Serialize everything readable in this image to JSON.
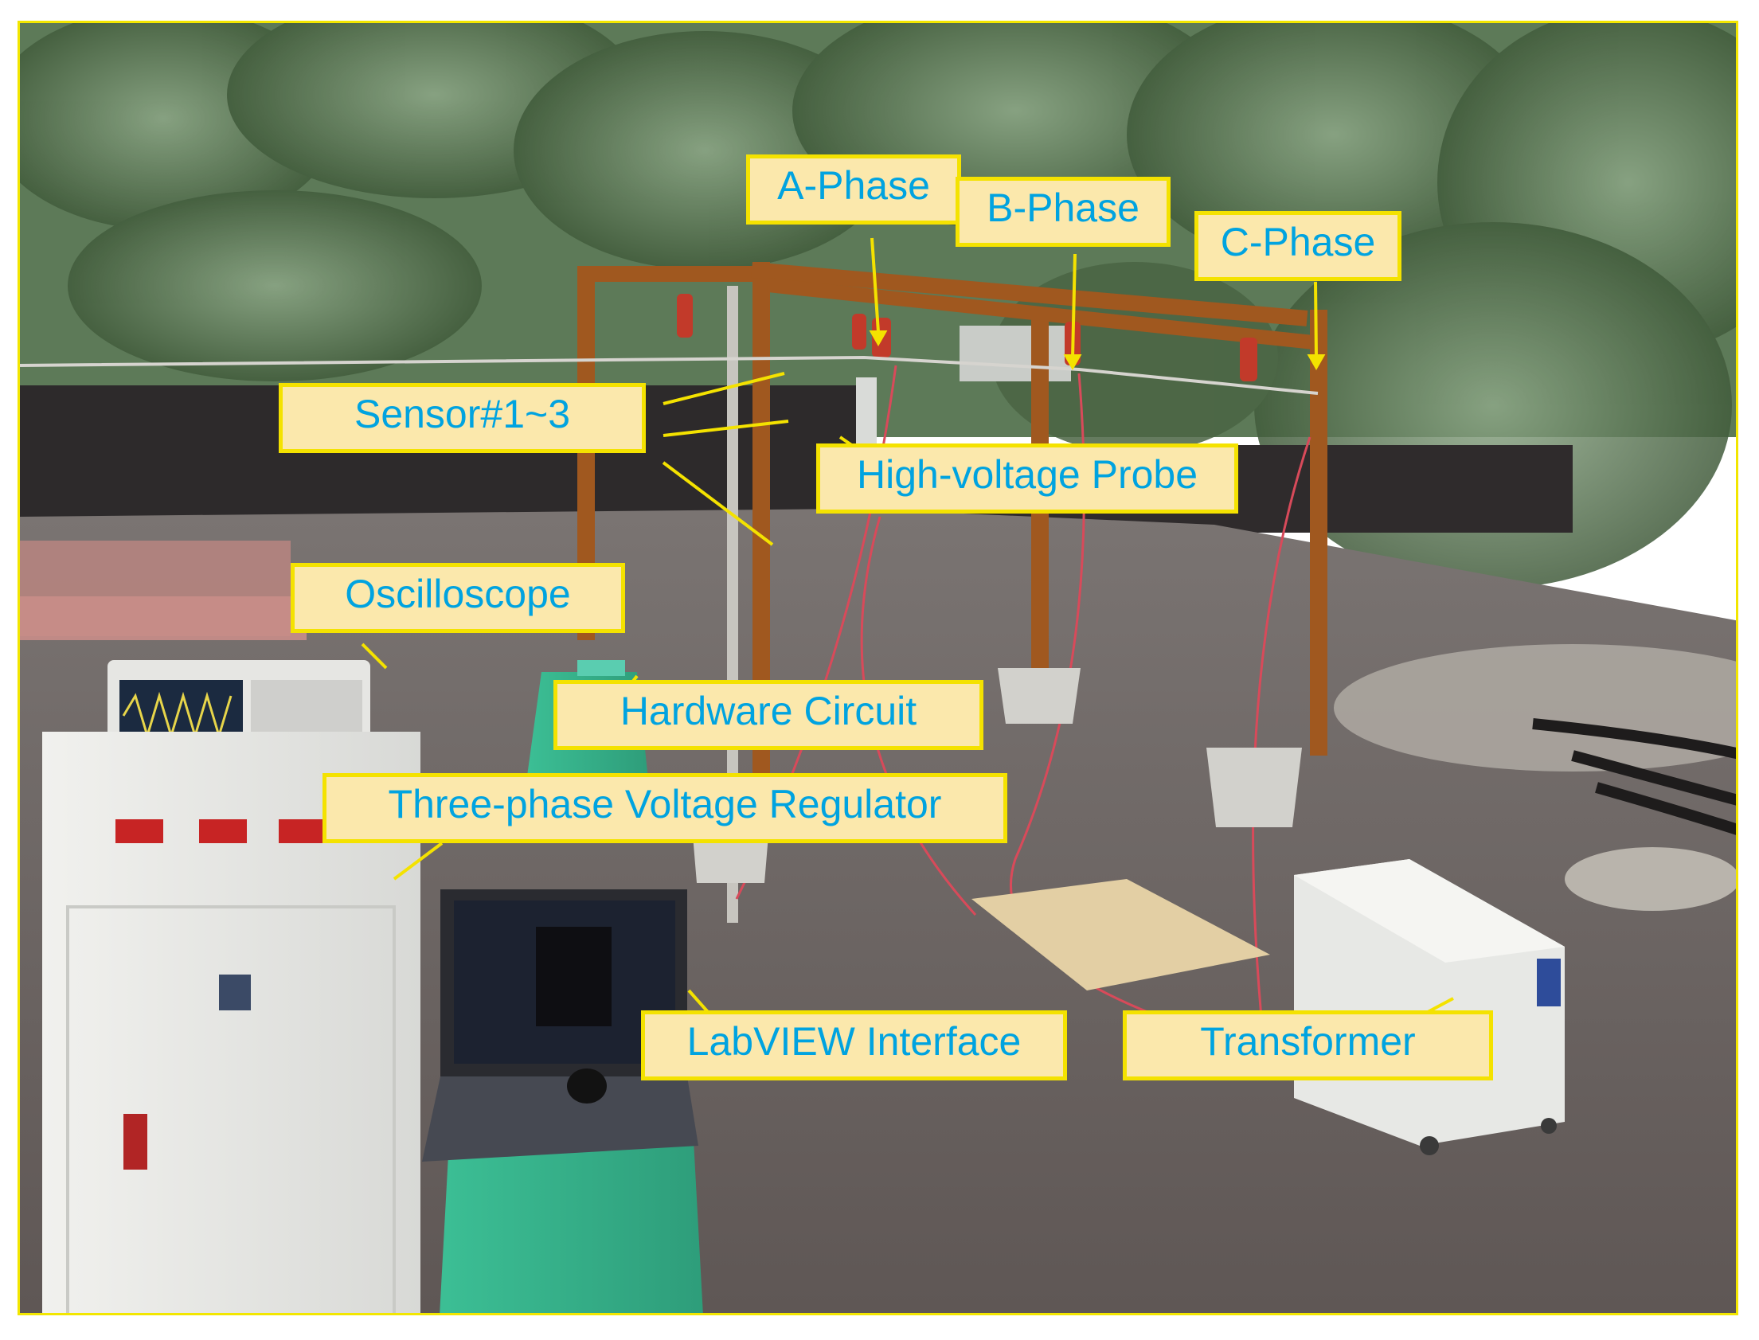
{
  "labels": {
    "a_phase": "A-Phase",
    "b_phase": "B-Phase",
    "c_phase": "C-Phase",
    "sensors": "Sensor#1~3",
    "hv_probe": "High-voltage Probe",
    "oscilloscope": "Oscilloscope",
    "hardware_circuit": "Hardware Circuit",
    "voltage_regulator": "Three-phase Voltage Regulator",
    "labview": "LabVIEW Interface",
    "transformer": "Transformer"
  },
  "colors": {
    "label_fill": "#fbe8ac",
    "label_border": "#f4e200",
    "label_text": "#00a3e0",
    "leader_line": "#f4e200",
    "frame_border": "#f2e600"
  }
}
